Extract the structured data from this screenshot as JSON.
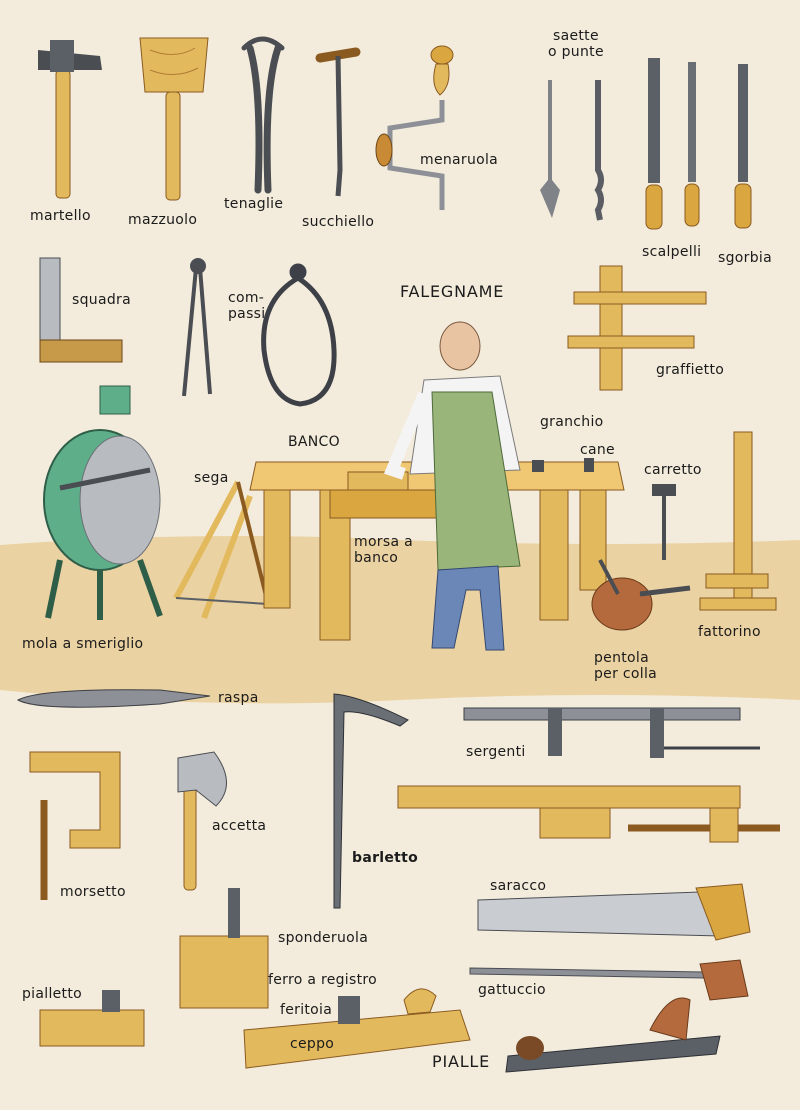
{
  "title": "FALEGNAME",
  "colors": {
    "background": "#f3ecdc",
    "wood": "#e3b95e",
    "wood_dark": "#9b6a2a",
    "metal": "#b8bcc0",
    "metal_dark": "#4a4d52",
    "handle": "#d9a640",
    "green": "#7fb37f",
    "grindstone": "#5fae8a",
    "floor": "#e8c98f",
    "apron": "#9ab57a",
    "trousers": "#6b87b8",
    "shirt": "#f4f4f4",
    "copper": "#b46a3c"
  },
  "labels": {
    "martello": "martello",
    "mazzuolo": "mazzuolo",
    "tenaglie": "tenaglie",
    "succhiello": "succhiello",
    "menaruola": "menaruola",
    "saette": "saette\no punte",
    "scalpelli": "scalpelli",
    "sgorbia": "sgorbia",
    "squadra": "squadra",
    "compassi": "com-\npassi",
    "graffietto": "graffietto",
    "granchio": "granchio",
    "cane": "cane",
    "banco": "BANCO",
    "carretto": "carretto",
    "sega": "sega",
    "morsa_a_banco": "morsa a\nbanco",
    "mola_a_smeriglio": "mola a smeriglio",
    "fattorino": "fattorino",
    "pentola_per_colla": "pentola\nper colla",
    "raspa": "raspa",
    "sergenti": "sergenti",
    "accetta": "accetta",
    "barletto": "barletto",
    "morsetto": "morsetto",
    "saracco": "saracco",
    "sponderuola": "sponderuola",
    "ferro_a_registro": "ferro a registro",
    "gattuccio": "gattuccio",
    "pialletto": "pialletto",
    "feritoia": "feritoia",
    "ceppo": "ceppo",
    "pialle": "PIALLE"
  }
}
